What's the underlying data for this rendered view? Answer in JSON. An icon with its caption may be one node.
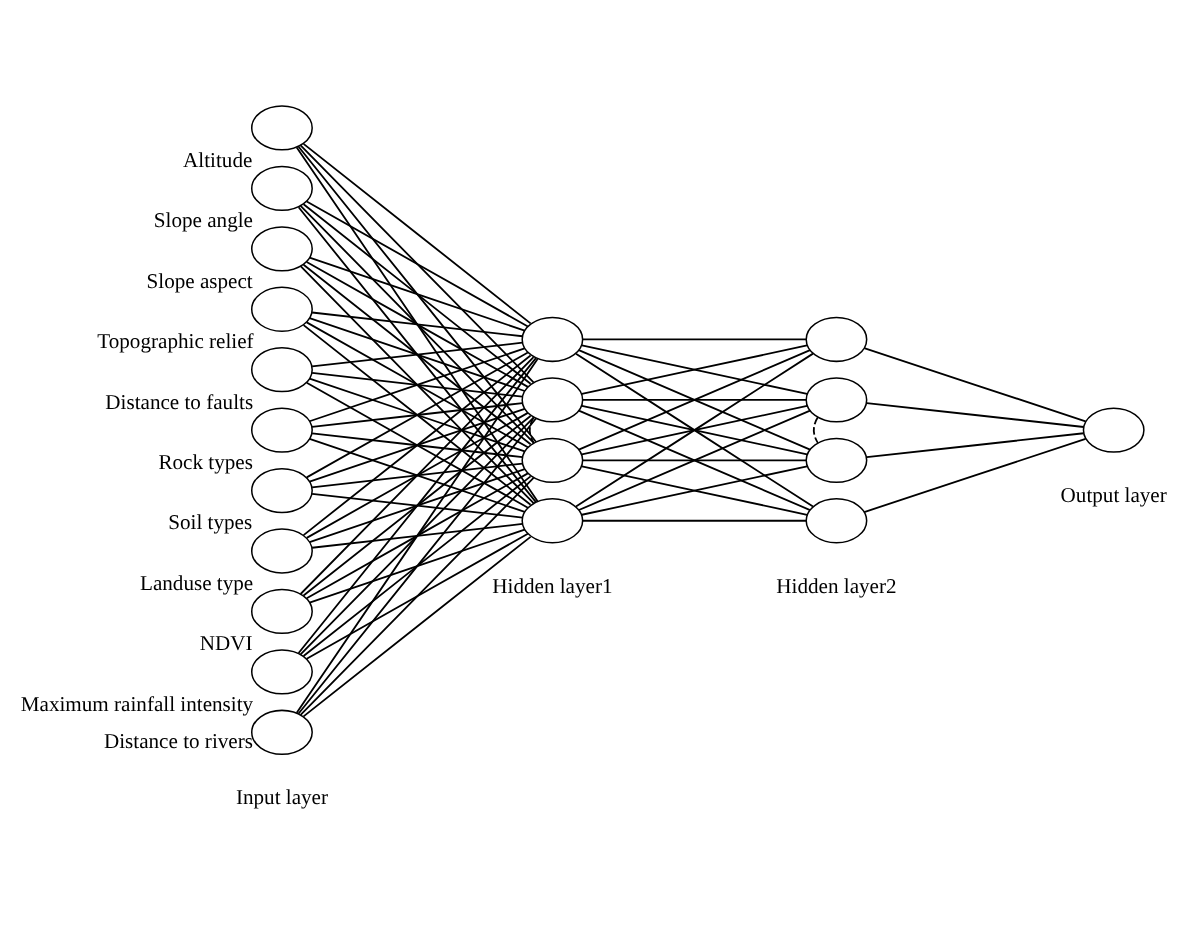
{
  "diagram": {
    "nodes": [
      {
        "text": [],
        "shape": "circle",
        "beside": [
          "Altitude"
        ]
      },
      {
        "text": [],
        "shape": "circle",
        "beside": [
          "Slope angle"
        ]
      },
      {
        "text": [],
        "shape": "circle",
        "beside": [
          "Slope aspect"
        ]
      },
      {
        "text": [],
        "shape": "circle",
        "beside": [
          "Topographic relief"
        ]
      },
      {
        "text": [],
        "shape": "circle",
        "beside": [
          "Distance to faults"
        ]
      },
      {
        "text": [],
        "shape": "circle",
        "beside": [
          "Rock types"
        ]
      },
      {
        "text": [],
        "shape": "circle",
        "beside": [
          "Soil types"
        ]
      },
      {
        "text": [],
        "shape": "circle",
        "beside": [
          "Landuse type"
        ]
      },
      {
        "text": [],
        "shape": "circle",
        "beside": [
          "NDVI"
        ]
      },
      {
        "text": [],
        "shape": "circle",
        "beside": [
          "Maximum rainfall intensity"
        ]
      },
      {
        "text": [],
        "shape": "circle",
        "beside": [
          "Distance to rivers"
        ]
      },
      {
        "text": [],
        "shape": "circle"
      },
      {
        "text": [],
        "shape": "circle"
      },
      {
        "text": [],
        "shape": "circle"
      },
      {
        "text": [],
        "shape": "circle"
      },
      {
        "text": [],
        "shape": "circle"
      },
      {
        "text": [],
        "shape": "circle"
      },
      {
        "text": [],
        "shape": "circle"
      },
      {
        "text": [],
        "shape": "circle"
      },
      {
        "text": [],
        "shape": "circle"
      }
    ],
    "edges": [
      {
        "from": 0,
        "to": 11,
        "arrow": "none"
      },
      {
        "from": 0,
        "to": 12,
        "arrow": "none"
      },
      {
        "from": 0,
        "to": 13,
        "arrow": "none"
      },
      {
        "from": 0,
        "to": 14,
        "arrow": "none"
      },
      {
        "from": 1,
        "to": 11,
        "arrow": "none"
      },
      {
        "from": 1,
        "to": 12,
        "arrow": "none"
      },
      {
        "from": 1,
        "to": 13,
        "arrow": "none"
      },
      {
        "from": 1,
        "to": 14,
        "arrow": "none"
      },
      {
        "from": 2,
        "to": 11,
        "arrow": "none"
      },
      {
        "from": 2,
        "to": 12,
        "arrow": "none"
      },
      {
        "from": 2,
        "to": 13,
        "arrow": "none"
      },
      {
        "from": 2,
        "to": 14,
        "arrow": "none"
      },
      {
        "from": 3,
        "to": 11,
        "arrow": "none"
      },
      {
        "from": 3,
        "to": 12,
        "arrow": "none"
      },
      {
        "from": 3,
        "to": 13,
        "arrow": "none"
      },
      {
        "from": 3,
        "to": 14,
        "arrow": "none"
      },
      {
        "from": 4,
        "to": 11,
        "arrow": "none"
      },
      {
        "from": 4,
        "to": 12,
        "arrow": "none"
      },
      {
        "from": 4,
        "to": 13,
        "arrow": "none"
      },
      {
        "from": 4,
        "to": 14,
        "arrow": "none"
      },
      {
        "from": 5,
        "to": 11,
        "arrow": "none"
      },
      {
        "from": 5,
        "to": 12,
        "arrow": "none"
      },
      {
        "from": 5,
        "to": 13,
        "arrow": "none"
      },
      {
        "from": 5,
        "to": 14,
        "arrow": "none"
      },
      {
        "from": 6,
        "to": 11,
        "arrow": "none"
      },
      {
        "from": 6,
        "to": 12,
        "arrow": "none"
      },
      {
        "from": 6,
        "to": 13,
        "arrow": "none"
      },
      {
        "from": 6,
        "to": 14,
        "arrow": "none"
      },
      {
        "from": 7,
        "to": 11,
        "arrow": "none"
      },
      {
        "from": 7,
        "to": 12,
        "arrow": "none"
      },
      {
        "from": 7,
        "to": 13,
        "arrow": "none"
      },
      {
        "from": 7,
        "to": 14,
        "arrow": "none"
      },
      {
        "from": 8,
        "to": 11,
        "arrow": "none"
      },
      {
        "from": 8,
        "to": 12,
        "arrow": "none"
      },
      {
        "from": 8,
        "to": 13,
        "arrow": "none"
      },
      {
        "from": 8,
        "to": 14,
        "arrow": "none"
      },
      {
        "from": 9,
        "to": 11,
        "arrow": "none"
      },
      {
        "from": 9,
        "to": 12,
        "arrow": "none"
      },
      {
        "from": 9,
        "to": 13,
        "arrow": "none"
      },
      {
        "from": 9,
        "to": 14,
        "arrow": "none"
      },
      {
        "from": 10,
        "to": 11,
        "arrow": "none"
      },
      {
        "from": 10,
        "to": 12,
        "arrow": "none"
      },
      {
        "from": 10,
        "to": 13,
        "arrow": "none"
      },
      {
        "from": 10,
        "to": 14,
        "arrow": "none"
      },
      {
        "from": 11,
        "to": 15,
        "arrow": "none"
      },
      {
        "from": 11,
        "to": 16,
        "arrow": "none"
      },
      {
        "from": 11,
        "to": 17,
        "arrow": "none"
      },
      {
        "from": 11,
        "to": 18,
        "arrow": "none"
      },
      {
        "from": 12,
        "to": 15,
        "arrow": "none"
      },
      {
        "from": 12,
        "to": 16,
        "arrow": "none"
      },
      {
        "from": 12,
        "to": 17,
        "arrow": "none"
      },
      {
        "from": 12,
        "to": 18,
        "arrow": "none"
      },
      {
        "from": 13,
        "to": 15,
        "arrow": "none"
      },
      {
        "from": 13,
        "to": 16,
        "arrow": "none"
      },
      {
        "from": 13,
        "to": 17,
        "arrow": "none"
      },
      {
        "from": 13,
        "to": 18,
        "arrow": "none"
      },
      {
        "from": 14,
        "to": 15,
        "arrow": "none"
      },
      {
        "from": 14,
        "to": 16,
        "arrow": "none"
      },
      {
        "from": 14,
        "to": 17,
        "arrow": "none"
      },
      {
        "from": 14,
        "to": 18,
        "arrow": "none"
      },
      {
        "from": 15,
        "to": 19,
        "arrow": "none"
      },
      {
        "from": 16,
        "to": 19,
        "arrow": "none"
      },
      {
        "from": 17,
        "to": 19,
        "arrow": "none"
      },
      {
        "from": 18,
        "to": 19,
        "arrow": "none"
      },
      {
        "from": 12,
        "to": 13,
        "arrow": "none",
        "style": "dashed"
      },
      {
        "from": 16,
        "to": 17,
        "arrow": "none",
        "style": "dashed"
      }
    ],
    "labels": [
      "Input layer",
      "Hidden layer1",
      "Hidden layer2",
      "Output layer"
    ]
  }
}
